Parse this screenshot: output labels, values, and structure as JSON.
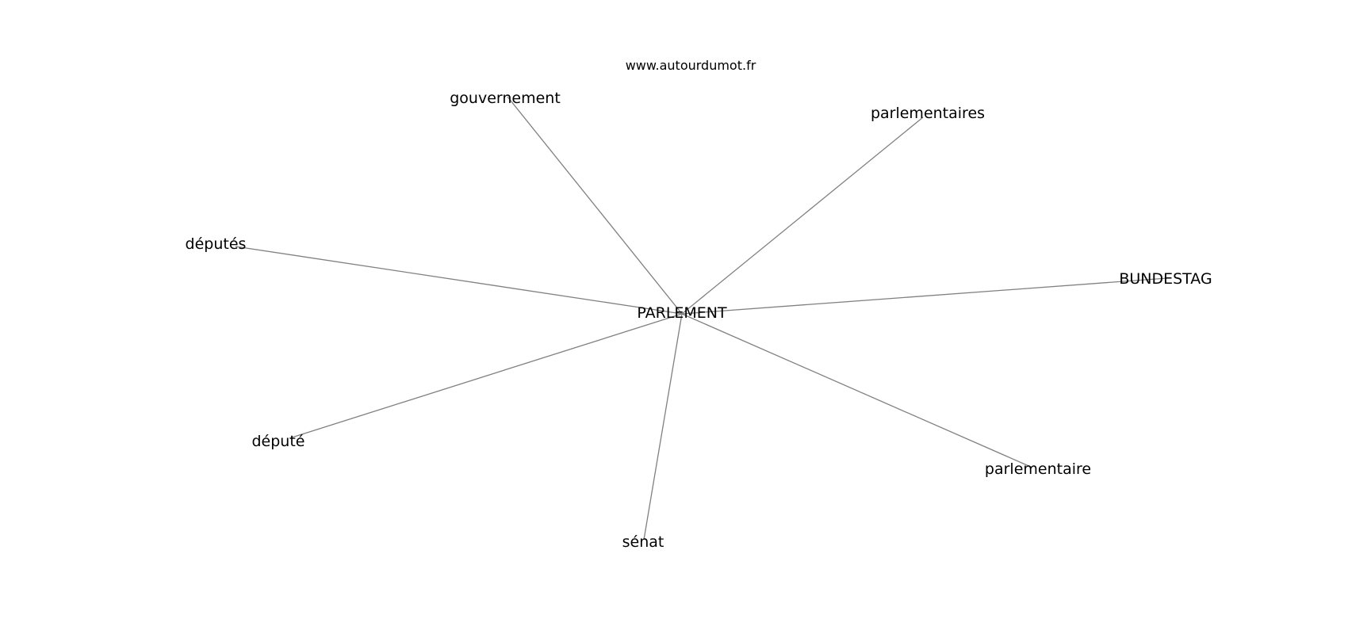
{
  "watermark": "www.autourdumot.fr",
  "graph": {
    "center": "PARLEMENT",
    "nodes": [
      "gouvernement",
      "parlementaires",
      "députés",
      "BUNDESTAG",
      "député",
      "parlementaire",
      "sénat"
    ]
  },
  "colors": {
    "edge": "#808080",
    "text": "#000000",
    "background": "#ffffff"
  }
}
